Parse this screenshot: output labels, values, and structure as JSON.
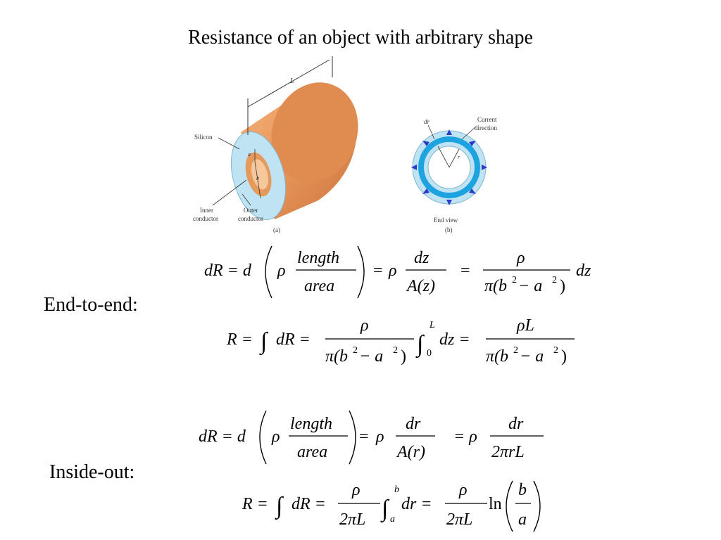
{
  "title": "Resistance of an object with arbitrary shape",
  "figure": {
    "labels": {
      "length": "L",
      "silicon": "Silicon",
      "inner_radius": "a",
      "outer_radius": "b",
      "inner_conductor_1": "Inner",
      "inner_conductor_2": "conductor",
      "outer_conductor_1": "Outer",
      "outer_conductor_2": "conductor",
      "panel_a": "(a)",
      "dr": "dr",
      "r": "r",
      "current_1": "Current",
      "current_2": "direction",
      "end_view": "End view",
      "panel_b": "(b)"
    },
    "colors": {
      "copper": "#e59a5c",
      "silicon": "#bfe3f3",
      "ring_blue": "#1da3e0",
      "arrow": "#2c3cc8"
    }
  },
  "sections": [
    {
      "label": "End-to-end:",
      "eq1": {
        "lhs": "dR = d",
        "frac_num": "length",
        "frac_den": "area",
        "rho": "ρ",
        "eq": "=",
        "dz": "dz",
        "A": "A(z)",
        "pi_den": "π(b",
        "minus_a": " − a",
        "close": ")",
        "sup2": "2",
        "dz_end": "dz"
      },
      "eq2": {
        "R": "R =",
        "int": "∫",
        "dR": "dR =",
        "rho": "ρ",
        "upper": "L",
        "lower": "0",
        "dz": "dz =",
        "rhoL": "ρL"
      }
    },
    {
      "label": "Inside-out:",
      "eq3": {
        "lhs": "dR = d",
        "frac_num": "length",
        "frac_den": "area",
        "rho": "ρ",
        "dr": "dr",
        "A": "A(r)",
        "eq_rho": "= ρ",
        "den": "2πrL"
      },
      "eq4": {
        "R": "R =",
        "int": "∫",
        "dR": "dR =",
        "rho": "ρ",
        "den": "2πL",
        "upper": "b",
        "lower": "a",
        "dr": "dr =",
        "ln": "ln",
        "b": "b",
        "a": "a"
      }
    }
  ]
}
